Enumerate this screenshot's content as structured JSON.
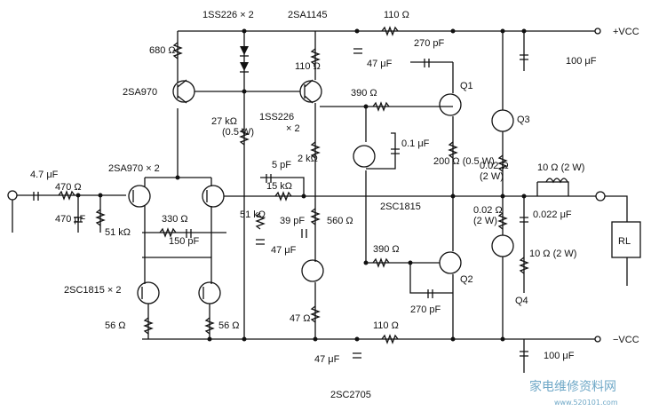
{
  "labels": {
    "diodes_top": "1SS226 × 2",
    "q_top": "2SA1145",
    "r_top_110": "110 Ω",
    "plus_vcc": "+VCC",
    "r_680": "680 Ω",
    "q_2sa970": "2SA970",
    "r_110_small": "110 Ω",
    "c_47uf_top": "47 μF",
    "c_270pf_top": "270 pF",
    "c_100uf_top": "100 μF",
    "r_390_top": "390 Ω",
    "q1": "Q1",
    "q3": "Q3",
    "r_27k": "27 kΩ",
    "r_27k_power": "(0.5 W)",
    "diode_mid": "1SS226",
    "diode_mid_count": "× 2",
    "c_01uf": "0.1 μF",
    "r_2k": "2 kΩ",
    "r_200": "200 Ω (0.5 W)",
    "r_002_top": "0.02 Ω",
    "r_002_top_power": "(2 W)",
    "r_10_top": "10 Ω (2 W)",
    "c_47uf_in": "4.7 μF",
    "pair_2sa970": "2SA970 × 2",
    "c_5pf": "5 pF",
    "r_470": "470 Ω",
    "r_15k": "15 kΩ",
    "c_470pf": "470 pF",
    "r_51k": "51 kΩ",
    "r_330": "330 Ω",
    "r_51k_b": "51 kΩ",
    "c_39pf": "39 pF",
    "r_560": "560 Ω",
    "q_2sc1815": "2SC1815",
    "r_002_bot": "0.02 Ω",
    "r_002_bot_power": "(2 W)",
    "c_0022uf": "0.022 μF",
    "c_150pf": "150 pF",
    "c_47uf_mid": "47 μF",
    "r_390_bot": "390 Ω",
    "r_10_bot": "10 Ω (2 W)",
    "rl": "RL",
    "pair_2sc1815": "2SC1815 × 2",
    "q2": "Q2",
    "q4": "Q4",
    "c_270pf_bot": "270 pF",
    "r_56_l": "56 Ω",
    "r_56_r": "56 Ω",
    "r_47": "47 Ω",
    "r_110_bot": "110 Ω",
    "minus_vcc": "−VCC",
    "c_47uf_bot": "47 μF",
    "c_100uf_bot": "100 μF",
    "q_2sc2705": "2SC2705",
    "watermark_cn": "家电维修资料网",
    "watermark_url": "www.520101.com"
  }
}
